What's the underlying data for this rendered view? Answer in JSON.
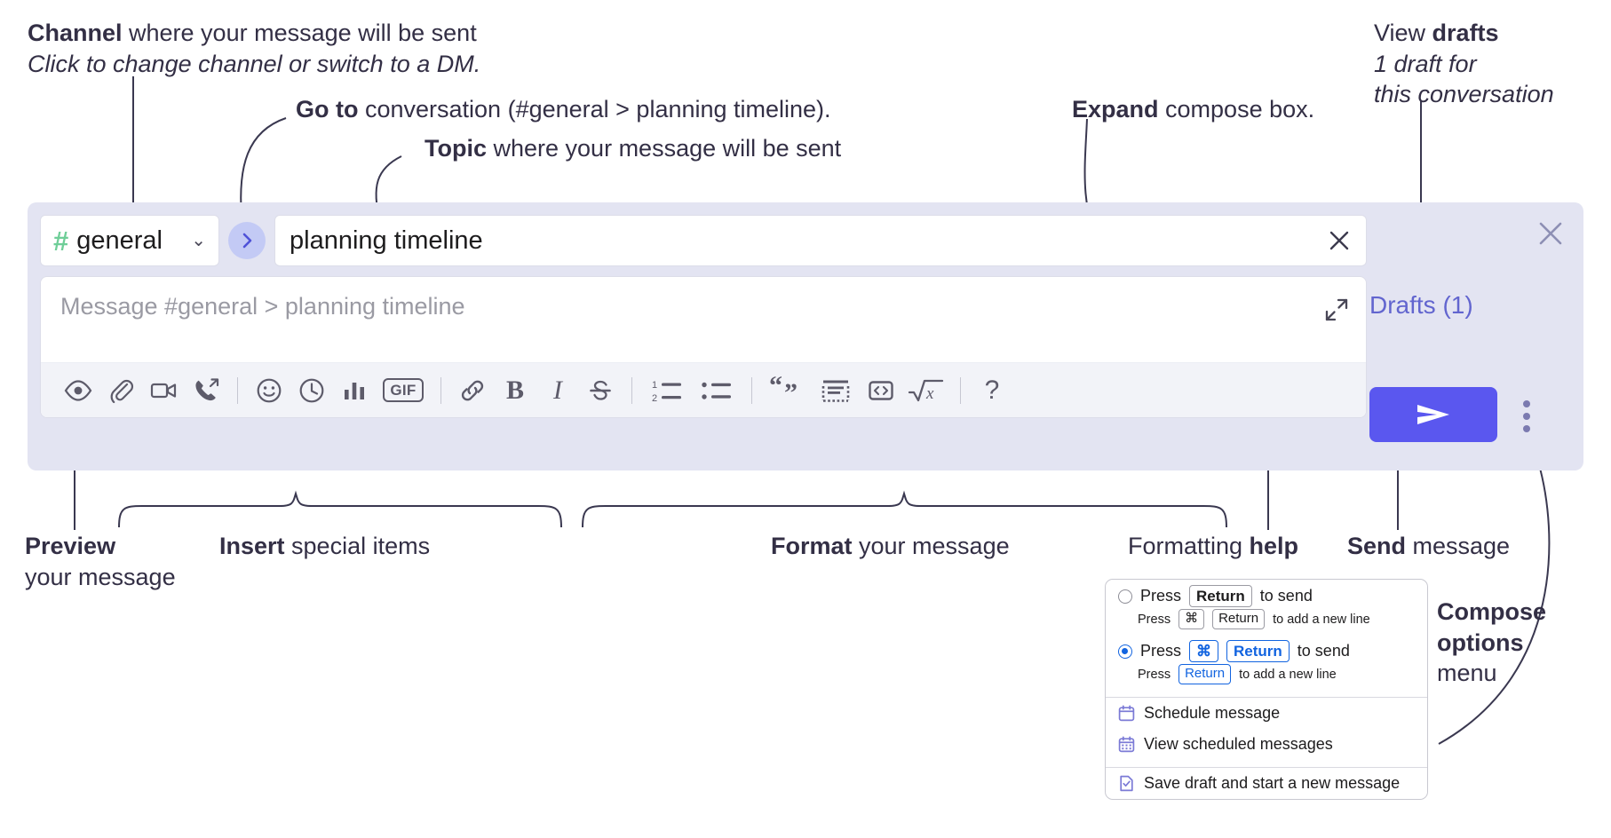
{
  "annotations": {
    "channel": {
      "bold": "Channel",
      "rest": " where your message will be sent",
      "sub": "Click to change channel or switch to a DM."
    },
    "goto": {
      "bold": "Go to",
      "rest": " conversation (#general > planning timeline)."
    },
    "topic": {
      "bold": "Topic",
      "rest": " where your message will be sent"
    },
    "expand": {
      "bold": "Expand",
      "rest": " compose box."
    },
    "drafts": {
      "bold_lead": "View ",
      "bold": "drafts",
      "sub1": "1 draft for",
      "sub2": "this conversation"
    },
    "preview": {
      "bold": "Preview",
      "line2": "your message"
    },
    "insert": {
      "bold": "Insert",
      "rest": " special items"
    },
    "format": {
      "bold": "Format",
      "rest": " your message"
    },
    "help": {
      "lead": "Formatting ",
      "bold": "help"
    },
    "send": {
      "bold": "Send",
      "rest": " message"
    },
    "compose_options": {
      "bold1": "Compose",
      "bold2": "options",
      "rest": "menu"
    }
  },
  "compose": {
    "channel_name": "general",
    "channel_hash": "#",
    "chevron": "⌄",
    "topic_value": "planning timeline",
    "message_placeholder": "Message #general > planning timeline",
    "drafts_label": "Drafts (1)",
    "toolbar": [
      {
        "name": "preview-icon",
        "label": "Preview"
      },
      {
        "name": "attachment-icon",
        "label": "Attach file"
      },
      {
        "name": "video-icon",
        "label": "Record video clip"
      },
      {
        "name": "audio-call-icon",
        "label": "Record audio clip"
      },
      {
        "name": "separator",
        "label": ""
      },
      {
        "name": "emoji-icon",
        "label": "Emoji"
      },
      {
        "name": "clock-icon",
        "label": "Reminder"
      },
      {
        "name": "poll-icon",
        "label": "Poll"
      },
      {
        "name": "gif-icon",
        "label": "GIF"
      },
      {
        "name": "separator",
        "label": ""
      },
      {
        "name": "link-icon",
        "label": "Link"
      },
      {
        "name": "bold-icon",
        "label": "B"
      },
      {
        "name": "italic-icon",
        "label": "I"
      },
      {
        "name": "strikethrough-icon",
        "label": "Strikethrough"
      },
      {
        "name": "separator",
        "label": ""
      },
      {
        "name": "ordered-list-icon",
        "label": "Ordered list"
      },
      {
        "name": "bulleted-list-icon",
        "label": "Bulleted list"
      },
      {
        "name": "separator",
        "label": ""
      },
      {
        "name": "blockquote-icon",
        "label": "Blockquote"
      },
      {
        "name": "code-block-icon",
        "label": "Code block"
      },
      {
        "name": "inline-code-icon",
        "label": "Code"
      },
      {
        "name": "math-icon",
        "label": "Math"
      },
      {
        "name": "separator",
        "label": ""
      },
      {
        "name": "help-icon",
        "label": "?"
      }
    ]
  },
  "menu": {
    "option1": {
      "press": "Press",
      "key": "Return",
      "tail": "to send"
    },
    "option1_sub": {
      "press": "Press",
      "key1": "⌘",
      "key2": "Return",
      "tail": "to add a new line"
    },
    "option2": {
      "press": "Press",
      "key1": "⌘",
      "key2": "Return",
      "tail": "to send"
    },
    "option2_sub": {
      "press": "Press",
      "key": "Return",
      "tail": "to add a new line"
    },
    "items": [
      {
        "icon": "calendar-schedule-icon",
        "label": "Schedule message"
      },
      {
        "icon": "calendar-grid-icon",
        "label": "View scheduled messages"
      },
      {
        "icon": "save-draft-icon",
        "label": "Save draft and start a new message"
      }
    ]
  },
  "colors": {
    "panel_bg": "#e3e4f2",
    "send_button": "#5a57ef",
    "hash_green": "#6fce98",
    "drafts_text": "#6265cf",
    "goto_circle": "#c3caf5",
    "radio_blue": "#1264e0"
  }
}
